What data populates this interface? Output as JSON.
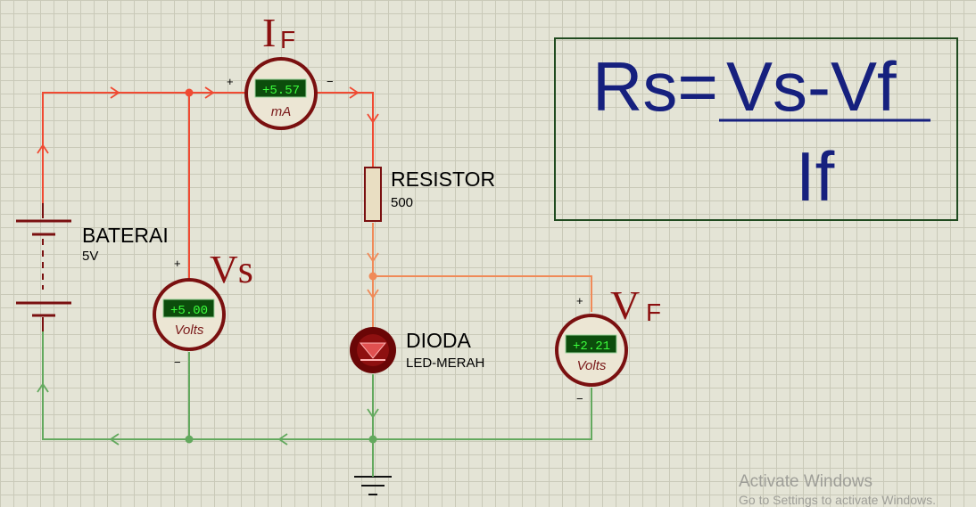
{
  "battery": {
    "name": "BATERAI",
    "value": "5V"
  },
  "resistor": {
    "name": "RESISTOR",
    "value": "500"
  },
  "diode": {
    "name": "DIODA",
    "value": "LED-MERAH"
  },
  "meters": {
    "current": {
      "reading": "+5.57",
      "unit": "mA",
      "label_main": "I",
      "label_sub": "F",
      "plus": "+",
      "minus": "−"
    },
    "source_voltage": {
      "reading": "+5.00",
      "unit": "Volts",
      "label": "Vs",
      "plus": "+",
      "minus": "−"
    },
    "forward_voltage": {
      "reading": "+2.21",
      "unit": "Volts",
      "label_main": "V",
      "label_sub": "F",
      "plus": "+",
      "minus": "−"
    }
  },
  "formula": {
    "lhs": "Rs=",
    "numerator": "Vs-Vf",
    "denominator": "If"
  },
  "watermark": {
    "line1": "Activate Windows",
    "line2": "Go to Settings to activate Windows."
  },
  "colors": {
    "red_wire": "#f04a32",
    "orange_wire": "#f08a58",
    "green_wire": "#63a95e",
    "component": "#7a1010",
    "meter_face": "#ece6d4",
    "lcd_bg": "#0c4d0c",
    "lcd_text": "#3cff3c",
    "formula": "#16207e",
    "frame": "#1f4a1f"
  }
}
